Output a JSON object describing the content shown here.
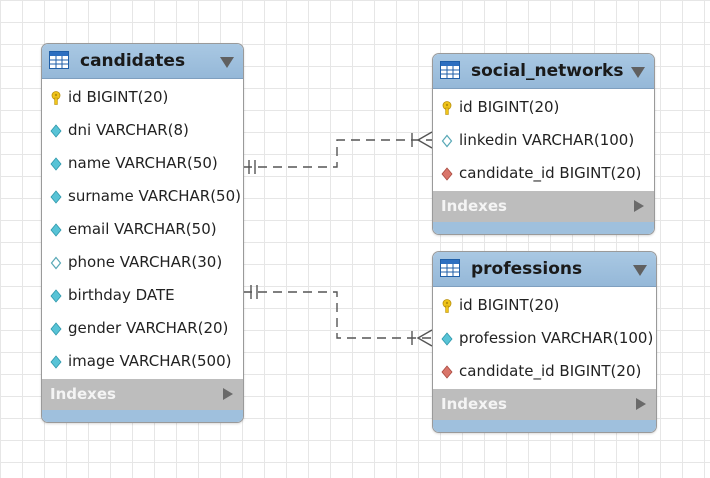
{
  "tables": {
    "candidates": {
      "name": "candidates",
      "indexes_label": "Indexes",
      "columns": [
        {
          "text": "id BIGINT(20)",
          "icon": "primary-key-icon"
        },
        {
          "text": "dni VARCHAR(8)",
          "icon": "column-diamond-icon"
        },
        {
          "text": "name VARCHAR(50)",
          "icon": "column-diamond-icon"
        },
        {
          "text": "surname VARCHAR(50)",
          "icon": "column-diamond-icon"
        },
        {
          "text": "email VARCHAR(50)",
          "icon": "column-diamond-icon"
        },
        {
          "text": "phone VARCHAR(30)",
          "icon": "nullable-column-icon"
        },
        {
          "text": "birthday DATE",
          "icon": "column-diamond-icon"
        },
        {
          "text": "gender VARCHAR(20)",
          "icon": "column-diamond-icon"
        },
        {
          "text": "image VARCHAR(500)",
          "icon": "column-diamond-icon"
        }
      ]
    },
    "social_networks": {
      "name": "social_networks",
      "indexes_label": "Indexes",
      "columns": [
        {
          "text": "id BIGINT(20)",
          "icon": "primary-key-icon"
        },
        {
          "text": "linkedin VARCHAR(100)",
          "icon": "nullable-column-icon"
        },
        {
          "text": "candidate_id BIGINT(20)",
          "icon": "foreign-key-icon"
        }
      ]
    },
    "professions": {
      "name": "professions",
      "indexes_label": "Indexes",
      "columns": [
        {
          "text": "id BIGINT(20)",
          "icon": "primary-key-icon"
        },
        {
          "text": "profession VARCHAR(100)",
          "icon": "column-diamond-icon"
        },
        {
          "text": "candidate_id BIGINT(20)",
          "icon": "foreign-key-icon"
        }
      ]
    }
  },
  "relationships": [
    {
      "from": "candidates",
      "to": "social_networks",
      "from_cardinality": "one",
      "to_cardinality": "one-or-many",
      "style": "dashed"
    },
    {
      "from": "candidates",
      "to": "professions",
      "from_cardinality": "one",
      "to_cardinality": "one-or-many",
      "style": "dashed"
    }
  ],
  "colors": {
    "header": "#9fc0dd",
    "indexes_bar": "#bdbdbd",
    "primary_key": "#f0c419",
    "column": "#58c3d6",
    "foreign_key": "#d9756a",
    "connector": "#555555"
  }
}
